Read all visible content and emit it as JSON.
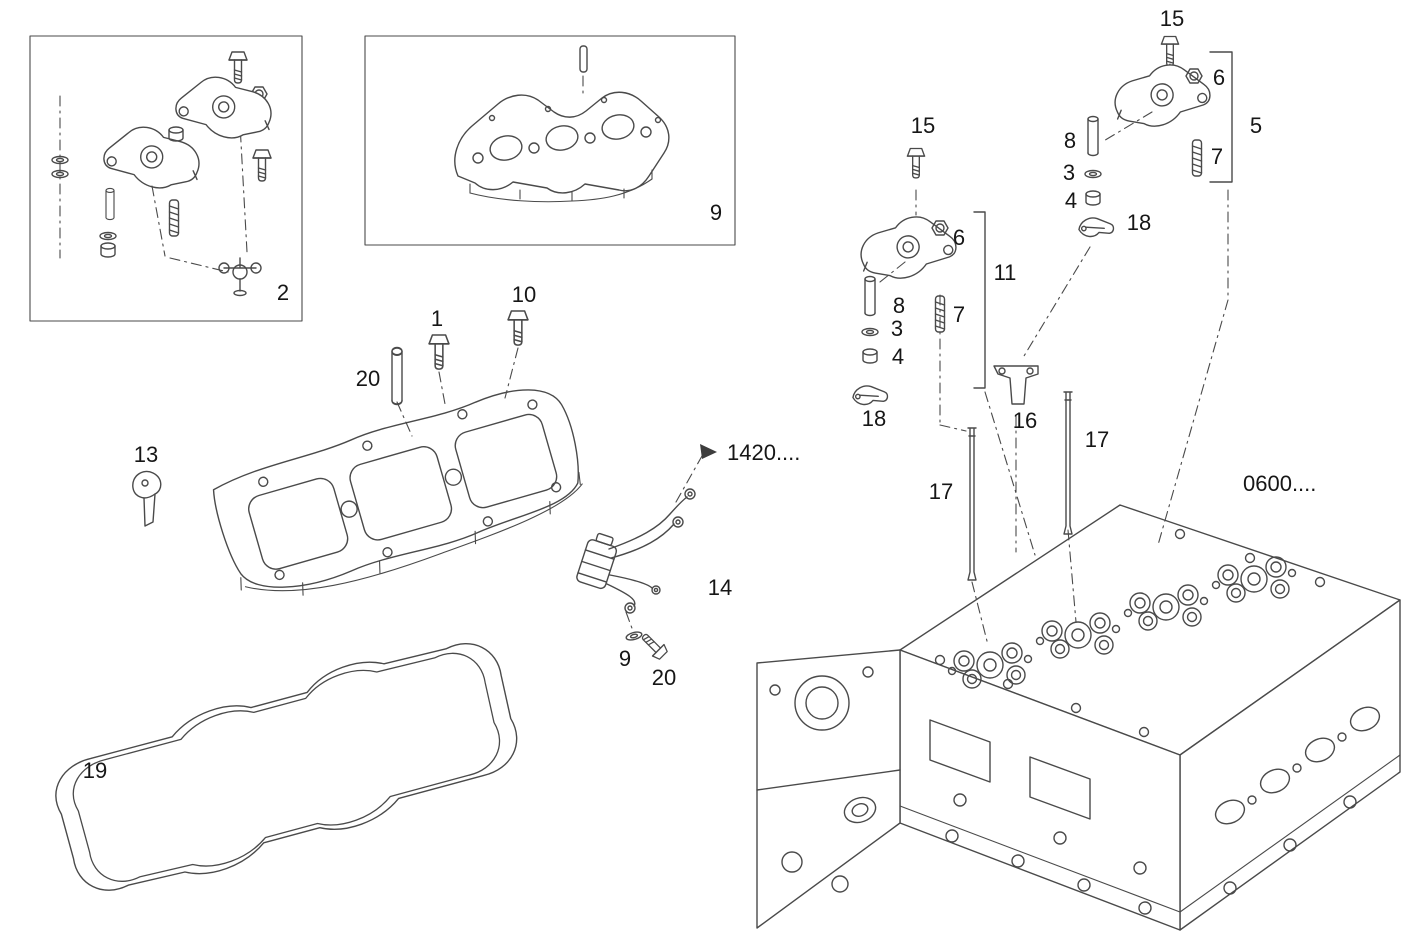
{
  "diagram": {
    "background": "#ffffff",
    "line_color": "#4a4a4a",
    "label_color": "#161616",
    "callouts": {
      "part_1": "1",
      "part_2": "2",
      "part_3": "3",
      "part_4": "4",
      "part_5": "5",
      "part_6": "6",
      "part_7": "7",
      "part_8": "8",
      "part_9": "9",
      "part_10": "10",
      "part_11": "11",
      "part_13": "13",
      "part_14": "14",
      "part_15": "15",
      "part_16": "16",
      "part_17": "17",
      "part_18": "18",
      "part_19": "19",
      "part_20": "20"
    },
    "references": {
      "harness_group": "1420....",
      "cylinder_head_group": "0600...."
    }
  }
}
